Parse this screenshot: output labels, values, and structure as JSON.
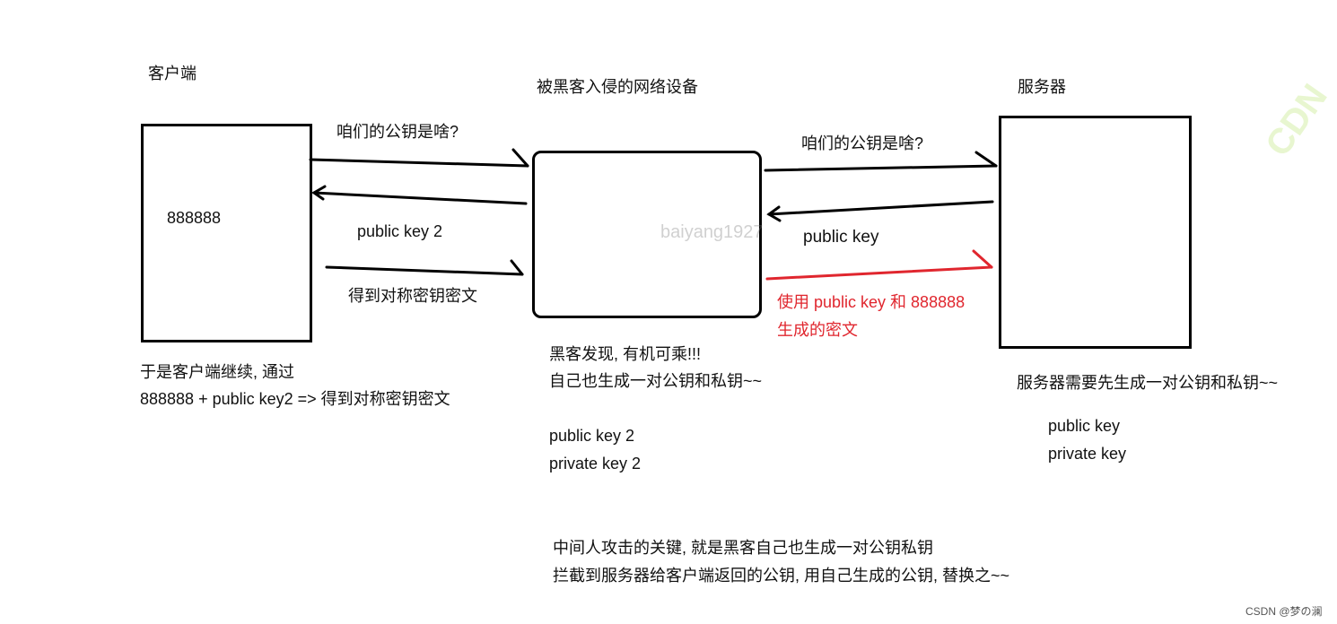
{
  "labels": {
    "client": "客户端",
    "hacker_device": "被黑客入侵的网络设备",
    "server": "服务器"
  },
  "client_box": {
    "value": "888888"
  },
  "messages": {
    "client_ask": "咱们的公钥是啥?",
    "hacker_ask": "咱们的公钥是啥?",
    "fake_key_reply": "public key 2",
    "real_key_reply": "public key",
    "send_ciphertext": "得到对称密钥密文",
    "red_line1": "使用 public key 和 888888",
    "red_line2": "生成的密文"
  },
  "notes": {
    "client_line1": "于是客户端继续, 通过",
    "client_line2": "888888 + public key2 => 得到对称密钥密文",
    "hacker_line1": "黑客发现, 有机可乘!!!",
    "hacker_line2": "自己也生成一对公钥和私钥~~",
    "hacker_key1": "public key 2",
    "hacker_key2": "private key 2",
    "server_line1": "服务器需要先生成一对公钥和私钥~~",
    "server_key1": "public key",
    "server_key2": "private key",
    "summary_line1": "中间人攻击的关键, 就是黑客自己也生成一对公钥私钥",
    "summary_line2": "拦截到服务器给客户端返回的公钥, 用自己生成的公钥, 替换之~~"
  },
  "watermark": "baiyang1927",
  "corner_mark": "CDN",
  "credit": "CSDN @梦の澜",
  "colors": {
    "line": "#000000",
    "accent": "#e0262e"
  }
}
